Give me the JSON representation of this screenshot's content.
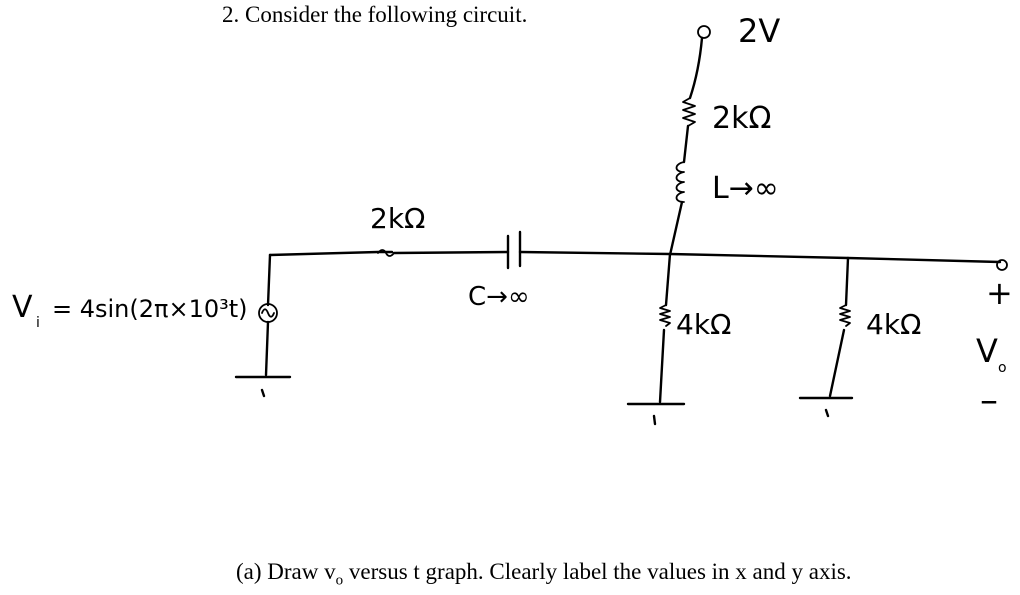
{
  "question": {
    "title": "2. Consider the following circuit.",
    "part_a_prefix": "(a) Draw v",
    "part_a_sub": "o",
    "part_a_suffix": " versus t graph. Clearly label the values in x and y axis."
  },
  "circuit": {
    "supply_label": "2V",
    "top_resistor_label": "2kΩ",
    "inductor_label": "L→∞",
    "series_resistor_label": "2kΩ",
    "capacitor_label": "C→∞",
    "source_label_v": "V",
    "source_label_sub": "i",
    "source_label_expr": "= 4sin(2π×10³t)",
    "shunt_resistor_1_label": "4kΩ",
    "shunt_resistor_2_label": "4kΩ",
    "output_plus": "+",
    "output_label_v": "V",
    "output_label_sub": "o",
    "output_minus": "–"
  }
}
